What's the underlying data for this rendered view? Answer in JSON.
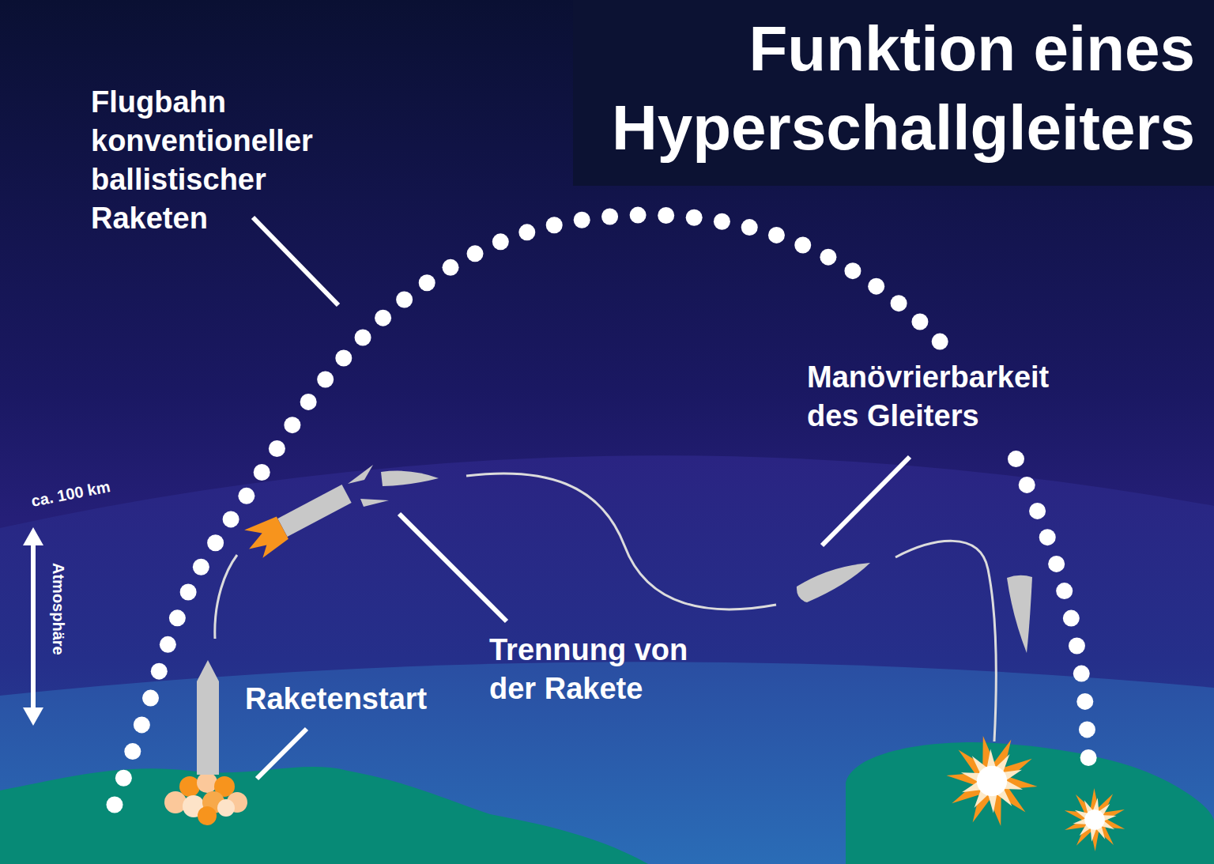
{
  "diagram": {
    "title": "Funktion eines Hyperschallgleiters",
    "labels": [
      "Flugbahn konventioneller ballistischer Raketen",
      "Manövrierbarkeit des Gleiters",
      "ca. 100 km",
      "Atmosphäre",
      "Trennung von der Rakete",
      "Raketenstart"
    ]
  }
}
